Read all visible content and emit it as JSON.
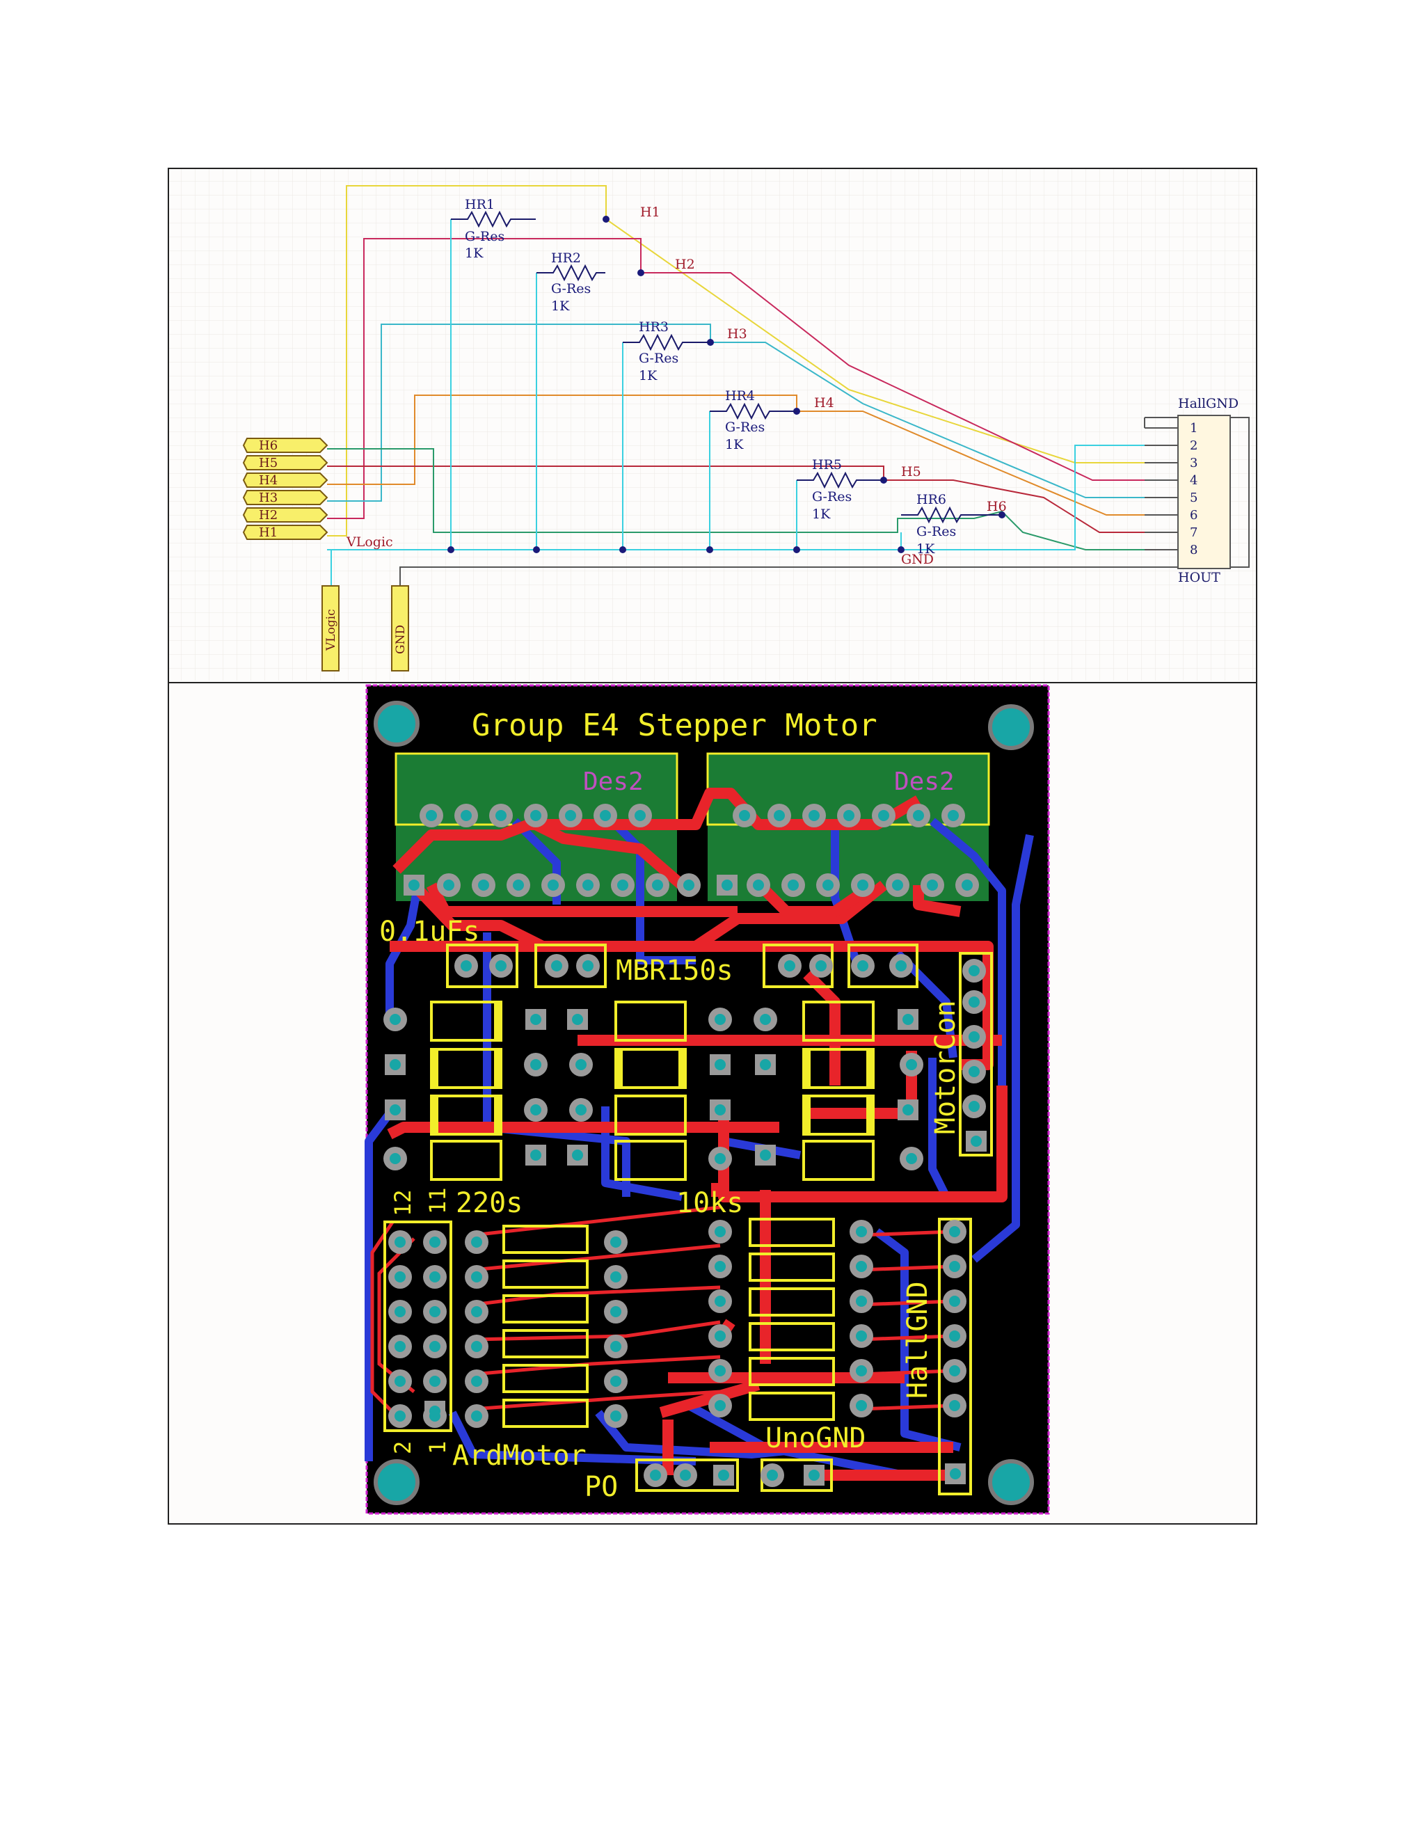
{
  "schematic": {
    "resistors": [
      {
        "ref": "HR1",
        "type": "G-Res",
        "value": "1K",
        "net": "H1"
      },
      {
        "ref": "HR2",
        "type": "G-Res",
        "value": "1K",
        "net": "H2"
      },
      {
        "ref": "HR3",
        "type": "G-Res",
        "value": "1K",
        "net": "H3"
      },
      {
        "ref": "HR4",
        "type": "G-Res",
        "value": "1K",
        "net": "H4"
      },
      {
        "ref": "HR5",
        "type": "G-Res",
        "value": "1K",
        "net": "H5"
      },
      {
        "ref": "HR6",
        "type": "G-Res",
        "value": "1K",
        "net": "H6"
      }
    ],
    "ports": [
      "H6",
      "H5",
      "H4",
      "H3",
      "H2",
      "H1"
    ],
    "vlogic_net": "VLogic",
    "gnd_net": "GND",
    "power_ports": [
      "VLogic",
      "GND"
    ],
    "header": {
      "name": "HallGND",
      "designator": "HOUT",
      "pins": [
        "1",
        "2",
        "3",
        "4",
        "5",
        "6",
        "7",
        "8"
      ]
    },
    "wire_colors": {
      "H1": "#e8d63a",
      "H2": "#c8285c",
      "H3": "#3ab7c9",
      "H4": "#e08a2a",
      "H5": "#b8283a",
      "H6": "#2a9a6a",
      "VLogic": "#3ad0e0",
      "GND": "#444444"
    }
  },
  "pcb": {
    "title": "Group E4 Stepper Motor",
    "driver_labels": [
      "Des2",
      "Des2"
    ],
    "labels": {
      "cap": "0.1uFs",
      "diode": "MBR150s",
      "motor_con": "MotorCon",
      "res220": "220s",
      "res10k": "10ks",
      "hall": "HallGND",
      "ard": "ArdMotor",
      "uno": "UnoGND",
      "po": "PO",
      "pin12": "12",
      "pin11": "11",
      "pin2": "2",
      "pin1": "1"
    },
    "colors": {
      "board": "#000000",
      "silk": "#f2ee2a",
      "top": "#e8242a",
      "bottom": "#2a3ad8",
      "pad": "#9a9a9a",
      "hole": "#18a6a6",
      "outline": "#d020d0",
      "green": "#1e8a3a"
    }
  }
}
